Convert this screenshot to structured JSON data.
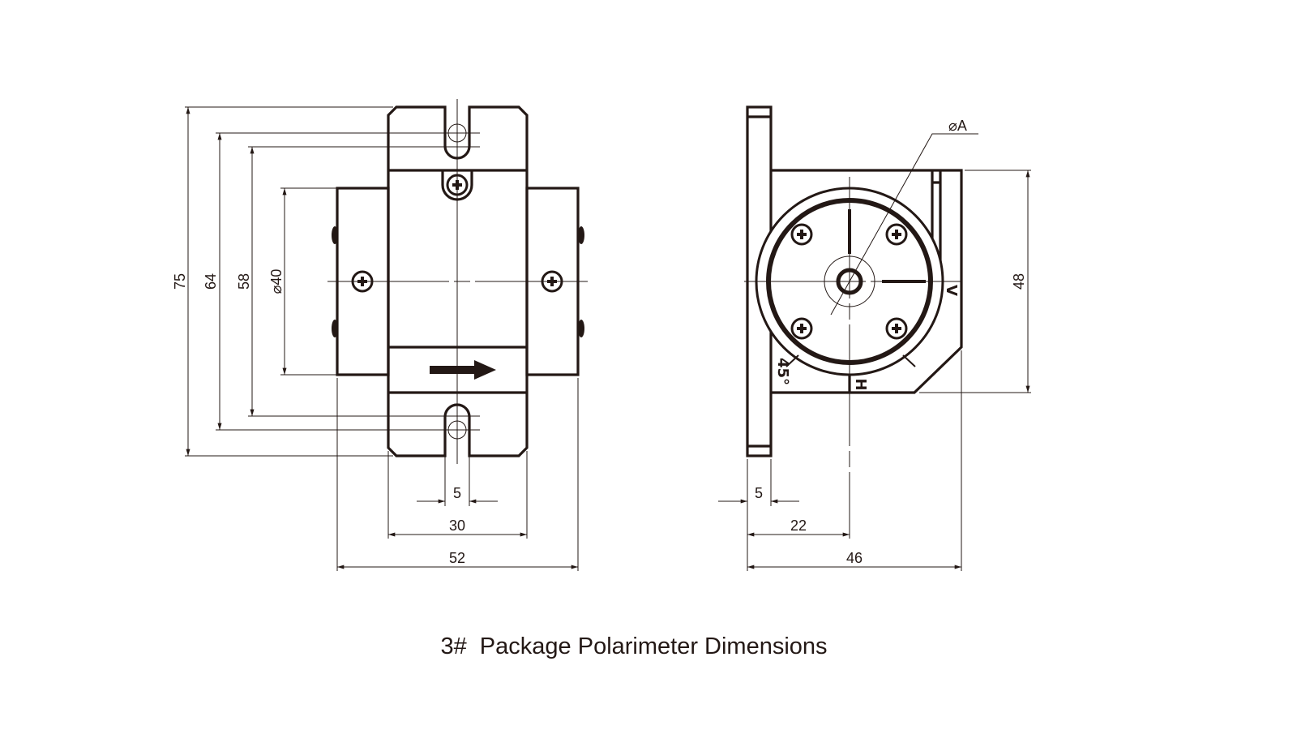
{
  "title": "3#  Package Polarimeter Dimensions",
  "front_view": {
    "dimensions": {
      "overall_height": "75",
      "slot_pitch_outer": "64",
      "slot_pitch_inner": "58",
      "body_diameter": "⌀40",
      "slot_width": "5",
      "plate_width": "30",
      "overall_width": "52"
    }
  },
  "side_view": {
    "dimensions": {
      "flange_thickness": "5",
      "axis_offset": "22",
      "overall_width": "46",
      "body_height": "48",
      "aperture": "⌀A"
    },
    "markings": {
      "vertical": "V",
      "horizontal": "H",
      "angle": "45°"
    }
  },
  "colors": {
    "line": "#231815"
  }
}
